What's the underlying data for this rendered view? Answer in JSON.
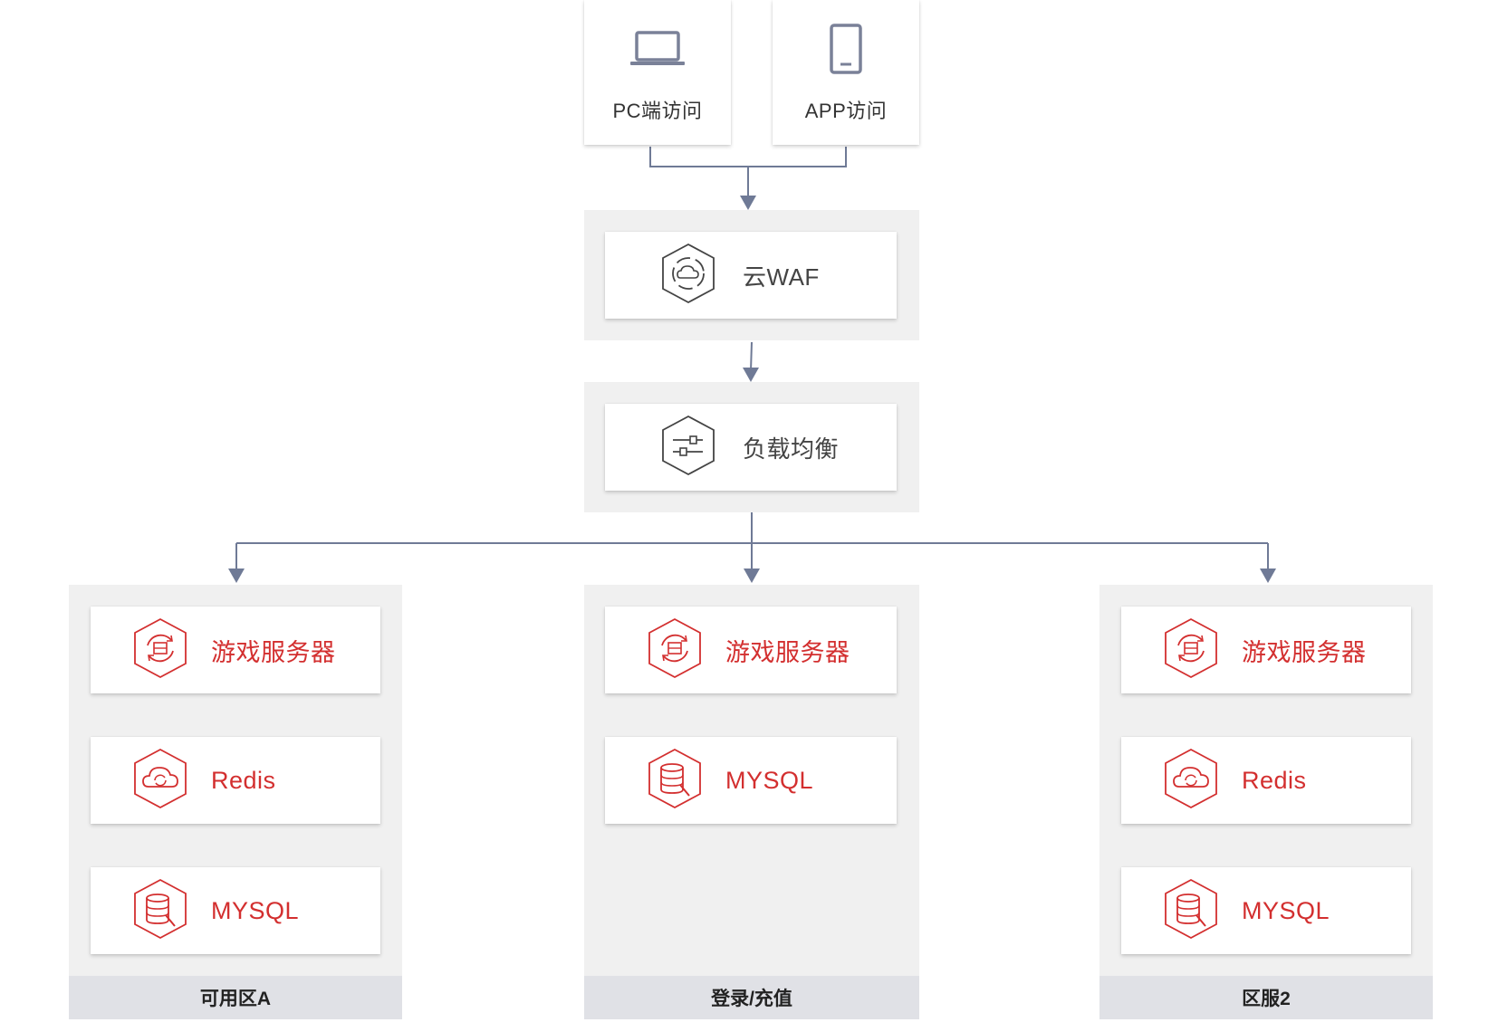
{
  "access": {
    "pc_label": "PC端访问",
    "app_label": "APP访问"
  },
  "waf": {
    "label": "云WAF"
  },
  "lb": {
    "label": "负载均衡"
  },
  "zones": [
    {
      "footer": "可用区A",
      "items": [
        "游戏服务器",
        "Redis",
        "MYSQL"
      ]
    },
    {
      "footer": "登录/充值",
      "items": [
        "游戏服务器",
        "MYSQL"
      ]
    },
    {
      "footer": "区服2",
      "items": [
        "游戏服务器",
        "Redis",
        "MYSQL"
      ]
    }
  ],
  "colors": {
    "accent_red": "#d32f2f",
    "connector": "#6f7a96",
    "panel_bg": "#f0f0f0",
    "footer_bg": "#e0e1e6"
  },
  "icons": {
    "pc": "laptop-icon",
    "app": "mobile-phone-icon",
    "waf": "cloud-shield-hex-icon",
    "lb": "load-balancer-hex-icon",
    "game_server": "server-refresh-hex-icon",
    "redis": "cloud-refresh-hex-icon",
    "mysql": "database-hex-icon"
  }
}
